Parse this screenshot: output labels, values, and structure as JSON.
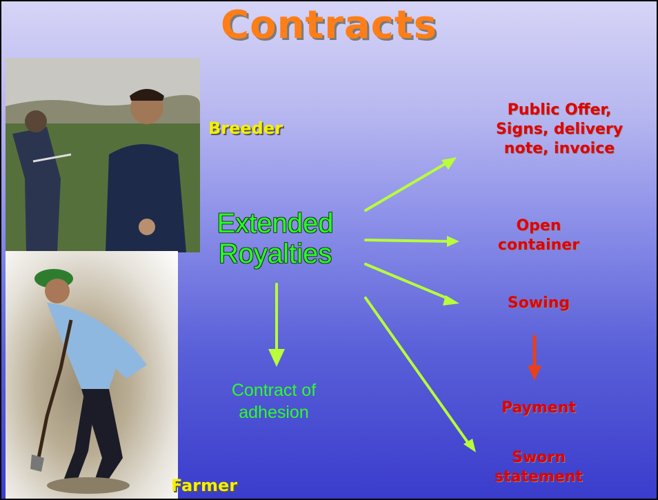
{
  "title": "Contracts",
  "breeder_label": "Breeder",
  "farmer_label": "Farmer",
  "center": {
    "line1": "Extended",
    "line2": "Royalties"
  },
  "contract": {
    "line1": "Contract of",
    "line2": "adhesion"
  },
  "outcomes": {
    "public_offer": [
      "Public Offer,",
      "Signs, delivery",
      "note, invoice"
    ],
    "open_container": [
      "Open",
      "container"
    ],
    "sowing": "Sowing",
    "payment": "Payment",
    "sworn_statement": [
      "Sworn",
      "statement"
    ]
  },
  "colors": {
    "title": "#ff7e18",
    "label": "#f5f000",
    "center": "#29ff29",
    "outcome": "#e00000",
    "arrow_green": "#b8ff3a",
    "arrow_red": "#e8401a"
  }
}
